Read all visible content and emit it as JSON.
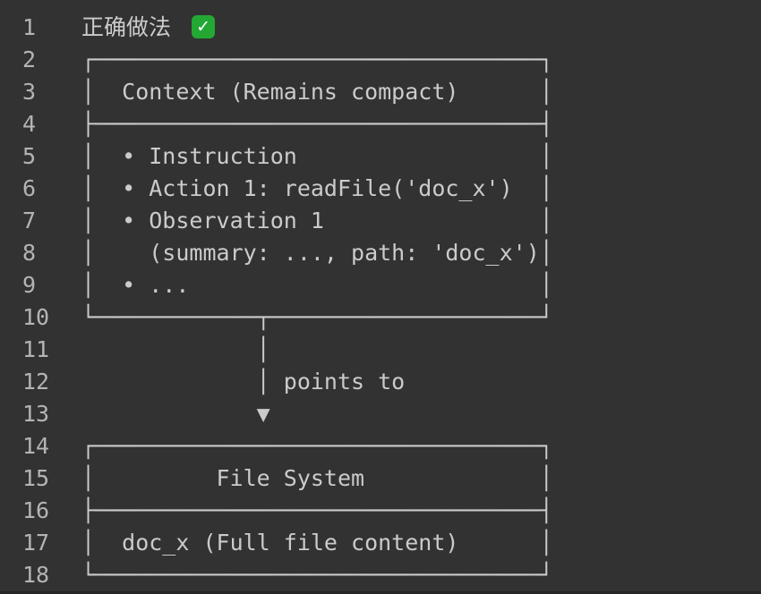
{
  "editor": {
    "colors": {
      "background": "#323232",
      "text": "#cbcbcb",
      "gutter": "#b4b4b4",
      "bottom_edge": "#262626",
      "emoji_green": "#23a834",
      "emoji_check_white": "#ffffff"
    },
    "emoji": {
      "name": "white-check-mark-emoji",
      "glyph": "✓"
    },
    "lines": [
      {
        "num": "1",
        "text": "正确做法 ",
        "emoji": true
      },
      {
        "num": "2",
        "text": "┌─────────────────────────────────┐"
      },
      {
        "num": "3",
        "text": "│  Context (Remains compact)      │"
      },
      {
        "num": "4",
        "text": "├─────────────────────────────────┤"
      },
      {
        "num": "5",
        "text": "│  • Instruction                  │"
      },
      {
        "num": "6",
        "text": "│  • Action 1: readFile('doc_x')  │"
      },
      {
        "num": "7",
        "text": "│  • Observation 1                │"
      },
      {
        "num": "8",
        "text": "│    (summary: ..., path: 'doc_x')│"
      },
      {
        "num": "9",
        "text": "│  • ...                          │"
      },
      {
        "num": "10",
        "text": "└────────────┬────────────────────┘"
      },
      {
        "num": "11",
        "text": "             │"
      },
      {
        "num": "12",
        "text": "             │ points to"
      },
      {
        "num": "13",
        "text": "             ▼"
      },
      {
        "num": "14",
        "text": "┌─────────────────────────────────┐"
      },
      {
        "num": "15",
        "text": "│         File System             │"
      },
      {
        "num": "16",
        "text": "├─────────────────────────────────┤"
      },
      {
        "num": "17",
        "text": "│  doc_x (Full file content)      │"
      },
      {
        "num": "18",
        "text": "└─────────────────────────────────┘"
      }
    ]
  },
  "diagram": {
    "title": "正确做法",
    "title_emoji": "white-check-mark",
    "context_box": {
      "header": "Context (Remains compact)",
      "items": [
        "• Instruction",
        "• Action 1: readFile('doc_x')",
        "• Observation 1",
        "  (summary: ..., path: 'doc_x')",
        "• ..."
      ]
    },
    "arrow": {
      "label": "points to",
      "direction": "down"
    },
    "file_system_box": {
      "header": "File System",
      "content": "doc_x (Full file content)"
    }
  }
}
